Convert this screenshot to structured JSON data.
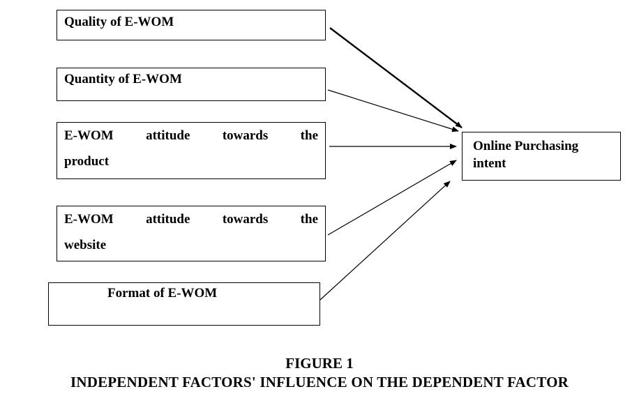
{
  "independent_factors": [
    {
      "line1": "Quality of E-WOM",
      "line2": ""
    },
    {
      "line1": "Quantity of E-WOM",
      "line2": ""
    },
    {
      "line1": "E-WOM attitude towards the",
      "line2": "product"
    },
    {
      "line1": "E-WOM attitude towards the",
      "line2": "website"
    },
    {
      "line1": "Format of E-WOM",
      "line2": ""
    }
  ],
  "dependent_factor": {
    "line1": "Online Purchasing",
    "line2": "intent"
  },
  "caption": {
    "number": "FIGURE 1",
    "title": "INDEPENDENT FACTORS' INFLUENCE ON THE DEPENDENT FACTOR"
  }
}
